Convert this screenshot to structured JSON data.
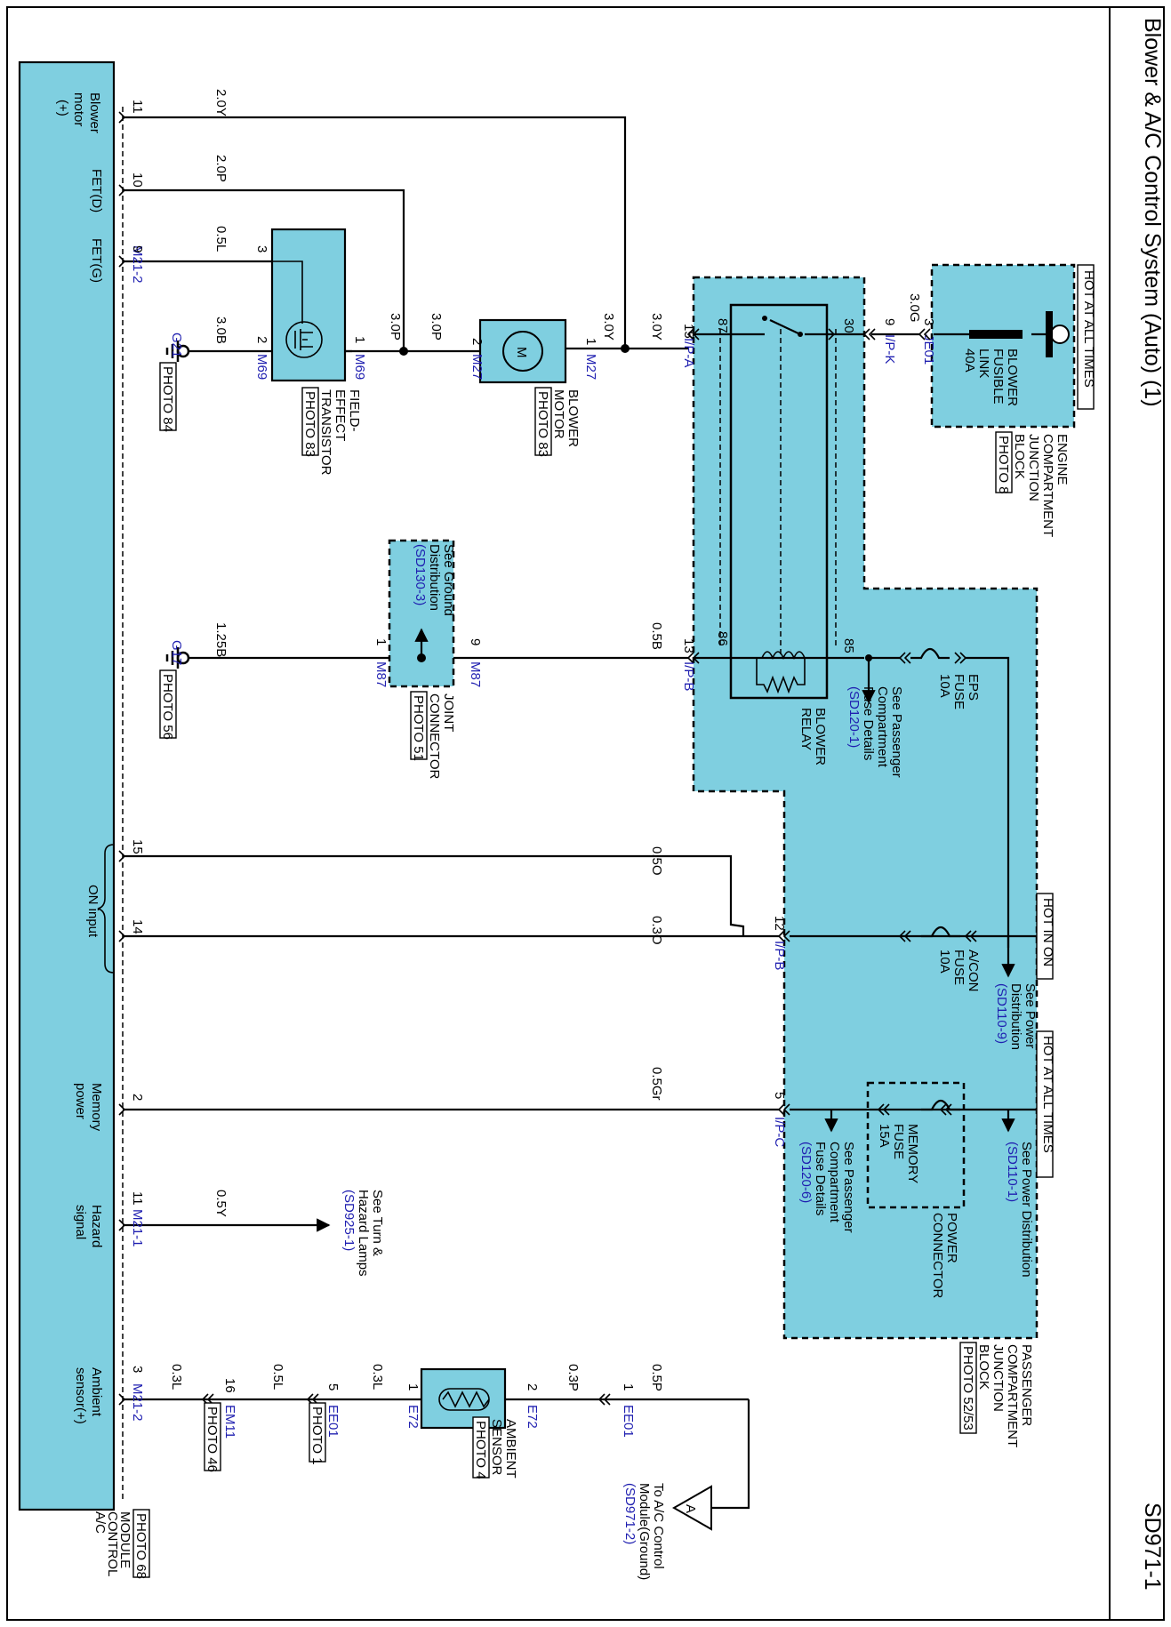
{
  "title": "Blower & A/C Control System (Auto) (1)",
  "code": "SD971-1",
  "hot_all_times": "HOT AT ALL TIMES",
  "hot_in_on": "HOT IN ON",
  "ecjb": {
    "l1": "ENGINE",
    "l2": "COMPARTMENT",
    "l3": "JUNCTION",
    "l4": "BLOCK",
    "photo": "PHOTO 8",
    "fl1": "BLOWER",
    "fl2": "FUSIBLE",
    "fl3": "LINK",
    "fl4": "40A",
    "conn": "JE01",
    "pin": "3"
  },
  "pcjb": {
    "l1": "PASSENGER",
    "l2": "COMPARTMENT",
    "l3": "JUNCTION",
    "l4": "BLOCK",
    "photo": "PHOTO 52/53"
  },
  "relay": {
    "l1": "BLOWER",
    "l2": "RELAY",
    "p30": "30",
    "p87": "87",
    "p85": "85",
    "p86": "86"
  },
  "eps": {
    "l1": "EPS",
    "l2": "FUSE",
    "l3": "10A"
  },
  "acon": {
    "l1": "A/CON",
    "l2": "FUSE",
    "l3": "10A"
  },
  "mem": {
    "l1": "MEMORY",
    "l2": "FUSE",
    "l3": "15A",
    "pc1": "POWER",
    "pc2": "CONNECTOR"
  },
  "refs": {
    "pcfd1_a": "See Passenger",
    "pcfd1_b": "Compartment",
    "pcfd1_c": "Fuse Details",
    "pcfd1_d": "(SD120-1)",
    "pd9_a": "See Power",
    "pd9_b": "Distribution",
    "pd9_c": "(SD110-9)",
    "pd1_a": "See Power Distribution",
    "pd1_b": "(SD110-1)",
    "pcfd6_a": "See Passenger",
    "pcfd6_b": "Compartment",
    "pcfd6_c": "Fuse Details",
    "pcfd6_d": "(SD120-6)",
    "gd_a": "See Ground",
    "gd_b": "Distribution",
    "gd_c": "(SD130-3)",
    "turn_a": "See Turn &",
    "turn_b": "Hazard Lamps",
    "turn_c": "(SD925-1)",
    "acg_a": "To A/C Control",
    "acg_b": "Module(Ground)",
    "acg_c": "(SD971-2)",
    "tri": "A"
  },
  "conns": {
    "ipk": "I/P-K",
    "ipa": "I/P-A",
    "ipb": "I/P-B",
    "ipc": "I/P-C",
    "m27": "M27",
    "m69": "M69",
    "m87": "M87",
    "m212": "M21-2",
    "m211": "M21-1",
    "e72": "E72",
    "ee01": "EE01",
    "em11": "EM11",
    "g21": "G21",
    "g17": "G17"
  },
  "pins": {
    "p9": "9",
    "p15": "15",
    "p13": "13",
    "p12": "12",
    "p5": "5",
    "m27_1": "1",
    "m27_2": "2",
    "m69_1": "1",
    "m69_2": "2",
    "m69_3": "3",
    "m87_9": "9",
    "m87_1": "1",
    "e72_1": "1",
    "e72_2": "2",
    "ee01_1": "1",
    "ee01_5": "5",
    "em11_16": "16",
    "ac11": "11",
    "ac10": "10",
    "ac9": "9",
    "ac15": "15",
    "ac14": "14",
    "ac2": "2",
    "ac11b": "11",
    "ac3": "3"
  },
  "wires": {
    "w30g": "3.0G",
    "w30y_a": "3.0Y",
    "w30y_b": "3.0Y",
    "w20y": "2.0Y",
    "w20p": "2.0P",
    "w30p_a": "3.0P",
    "w30p_b": "3.0P",
    "w05l": "0.5L",
    "w30b": "3.0B",
    "w05b": "0.5B",
    "w125b": "1.25B",
    "w05o": "0.5O",
    "w03o": "0.3O",
    "w05gr": "0.5Gr",
    "w05y": "0.5Y",
    "w05p": "0.5P",
    "w03p": "0.3P",
    "w03l_a": "0.3L",
    "w05l_b": "0.5L",
    "w03l_b": "0.3L"
  },
  "blower_motor": {
    "l1": "BLOWER",
    "l2": "MOTOR",
    "photo": "PHOTO 83",
    "sym": "M"
  },
  "fet": {
    "l1": "FIELD-",
    "l2": "EFFECT",
    "l3": "TRANSISTOR",
    "photo": "PHOTO 83"
  },
  "joint": {
    "l1": "JOINT",
    "l2": "CONNECTOR",
    "photo": "PHOTO 51"
  },
  "amb": {
    "l1": "AMBIENT",
    "l2": "SENSOR",
    "photo": "PHOTO 4"
  },
  "photos": {
    "g21": "PHOTO 84",
    "g17": "PHOTO 56",
    "ee01": "PHOTO 1",
    "em11": "PHOTO 46"
  },
  "acm": {
    "l1": "A/C",
    "l2": "CONTROL",
    "l3": "MODULE",
    "photo": "PHOTO 68",
    "bm1": "Blower",
    "bm2": "motor",
    "bm3": "(+)",
    "fetd": "FET(D)",
    "fetg": "FET(G)",
    "on": "ON input",
    "mp1": "Memory",
    "mp2": "power",
    "hz1": "Hazard",
    "hz2": "signal",
    "as1": "Ambient",
    "as2": "sensor(+)"
  }
}
